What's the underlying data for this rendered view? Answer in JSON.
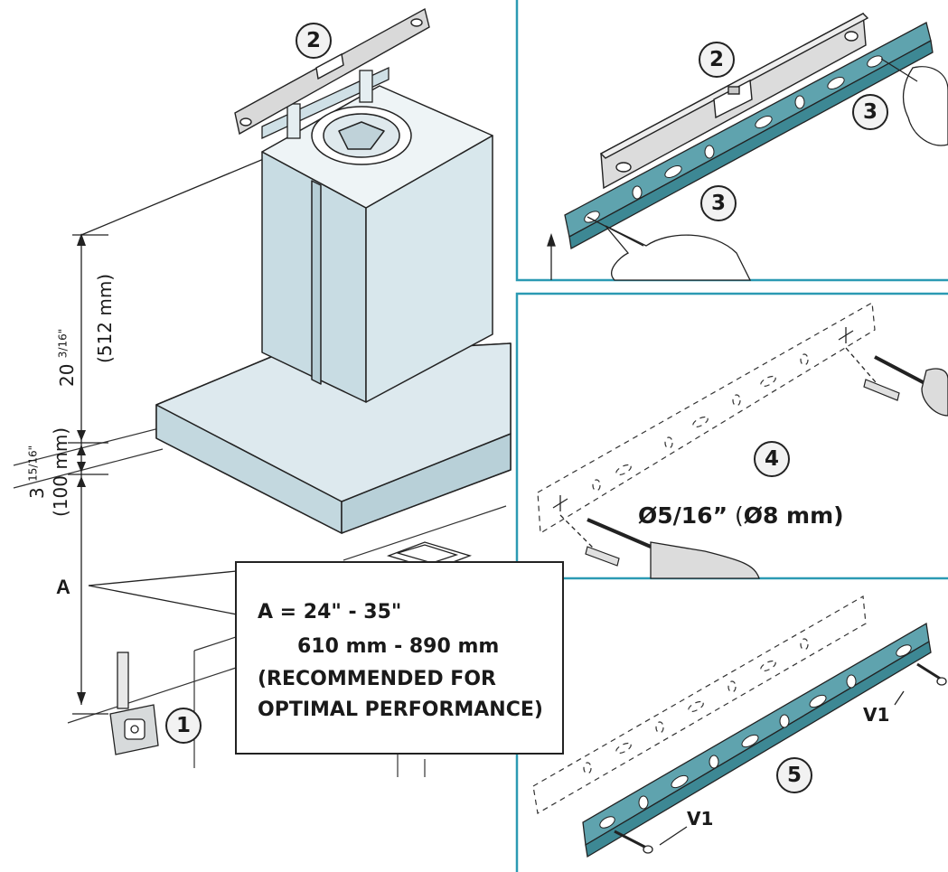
{
  "steps": {
    "main_level": "2",
    "tape_measure": "1",
    "panel1_level": "2",
    "panel1_mark_right": "3",
    "panel1_mark_left": "3",
    "panel2_drill": "4",
    "panel3_screw": "5"
  },
  "dimensions": {
    "upper_whole": "20",
    "upper_fraction": "3/16",
    "upper_inch_mark": "\"",
    "upper_mm": "(512 mm)",
    "lower_whole": "3",
    "lower_fraction": "15/16",
    "lower_inch_mark": "\"",
    "lower_mm": "(100 mm)",
    "a_label": "A"
  },
  "callout": {
    "line1": "A = 24\" - 35\"",
    "line2": "610 mm - 890 mm",
    "line3": "(RECOMMENDED FOR",
    "line4": "OPTIMAL PERFORMANCE)"
  },
  "drill": {
    "inch": "Ø5/16”",
    "mm_open": " (",
    "mm": "Ø8 mm",
    "mm_close": ")"
  },
  "screws": {
    "right": "V1",
    "left": "V1"
  },
  "colors": {
    "hood": "#d2e4ea",
    "bracket": "#5fa3ae",
    "panel_border": "#2b9ab3",
    "line": "#222222"
  }
}
